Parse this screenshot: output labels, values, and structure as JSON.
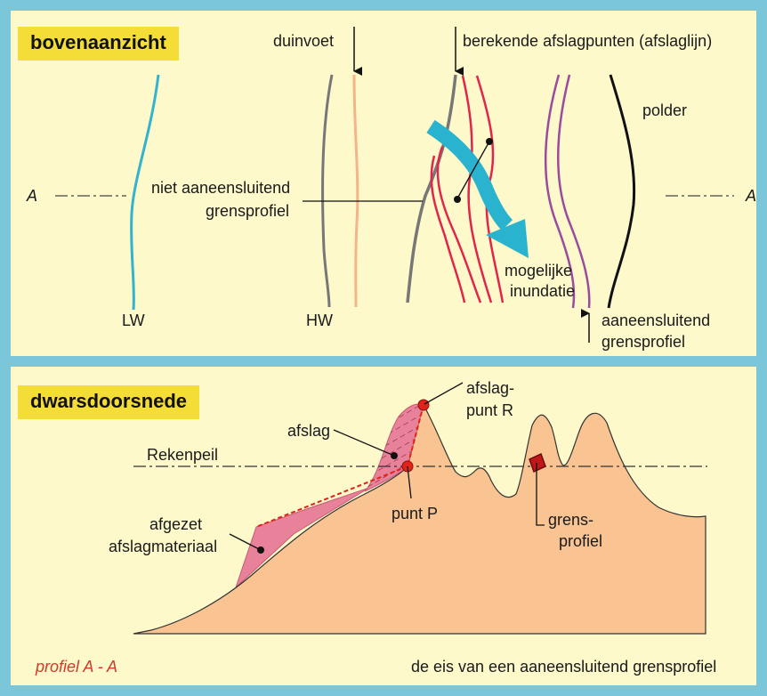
{
  "top": {
    "title": "bovenaanzicht",
    "labels": {
      "duinvoet": "duinvoet",
      "afslagpunten": "berekende afslagpunten (afslaglijn)",
      "polder": "polder",
      "a_left": "A",
      "a_right": "A",
      "niet_line1": "niet aaneensluitend",
      "niet_line2": "grensprofiel",
      "inundatie_line1": "mogelijke",
      "inundatie_line2": "inundatie",
      "lw": "LW",
      "hw": "HW",
      "aaneen_line1": "aaneensluitend",
      "aaneen_line2": "grensprofiel"
    }
  },
  "bottom": {
    "title": "dwarsdoorsnede",
    "labels": {
      "afslag_punt_line1": "afslag-",
      "afslag_punt_line2": "punt R",
      "afslag": "afslag",
      "rekenpeil": "Rekenpeil",
      "afgezet_line1": "afgezet",
      "afgezet_line2": "afslagmateriaal",
      "punt_p": "punt P",
      "grens_line1": "grens-",
      "grens_line2": "profiel",
      "profiel_aa": "profiel A - A",
      "eis": "de eis van een aaneensluitend grensprofiel"
    }
  },
  "colors": {
    "background": "#7cc6da",
    "panel": "#fdf9cb",
    "title_bg": "#f4dd36",
    "dune": "#f9c492",
    "afslag": "#e8829a",
    "red_point": "#e2231a",
    "cyan_line": "#33b4cc",
    "orange_line": "#f5b48a",
    "grey_line": "#777777",
    "red_line": "#e0264a",
    "purple_line": "#9b4b9e",
    "arrow_cyan": "#2ab3ce"
  }
}
